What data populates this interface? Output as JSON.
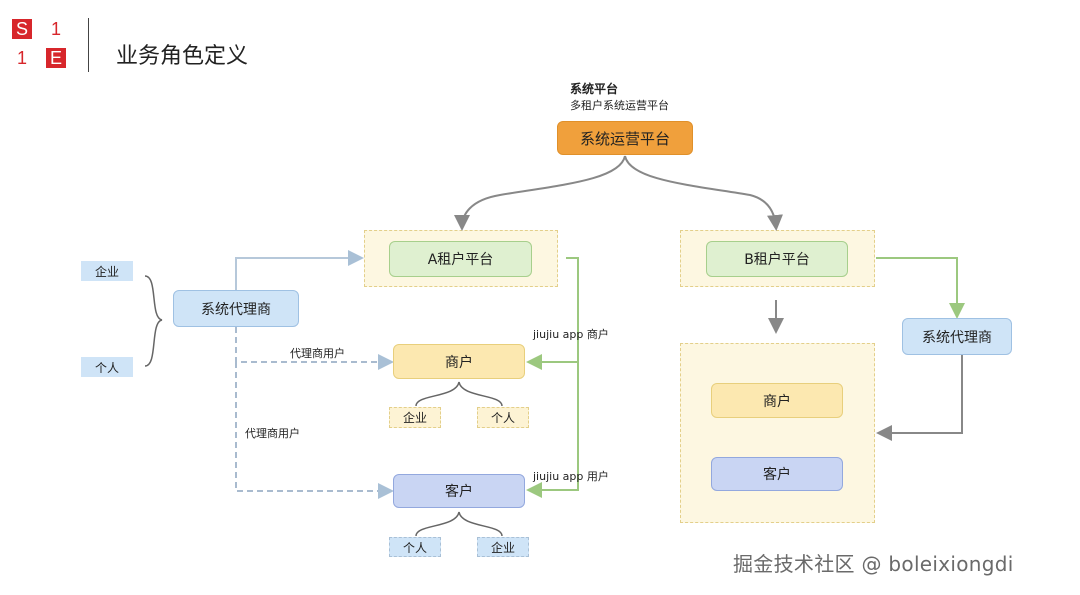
{
  "header": {
    "logo_chars": [
      "S",
      "1",
      "1",
      "E"
    ],
    "title": "业务角色定义"
  },
  "top": {
    "system_title": "系统平台",
    "system_subtitle": "多租户系统运营平台",
    "ops_platform": "系统运营平台"
  },
  "left": {
    "tenant_a": "A租户平台",
    "agent": "系统代理商",
    "agent_types": [
      "企业",
      "个人"
    ],
    "merchant": "商户",
    "merchant_types": [
      "企业",
      "个人"
    ],
    "customer": "客户",
    "customer_types": [
      "个人",
      "企业"
    ],
    "edge_agent_user_1": "代理商用户",
    "edge_agent_user_2": "代理商用户",
    "edge_app_merchant": "jiujiu app 商户",
    "edge_app_user": "jiujiu app 用户"
  },
  "right": {
    "tenant_b": "B租户平台",
    "agent": "系统代理商",
    "merchant": "商户",
    "customer": "客户"
  },
  "watermark": "掘金技术社区 @ boleixiongdi",
  "colors": {
    "orange": "#f0a03c",
    "green_box": "#dff0d0",
    "yellow_box": "#fce8b0",
    "blue_box": "#cfe4f7",
    "lavender_box": "#c9d5f3",
    "brand_red": "#d7262b"
  }
}
